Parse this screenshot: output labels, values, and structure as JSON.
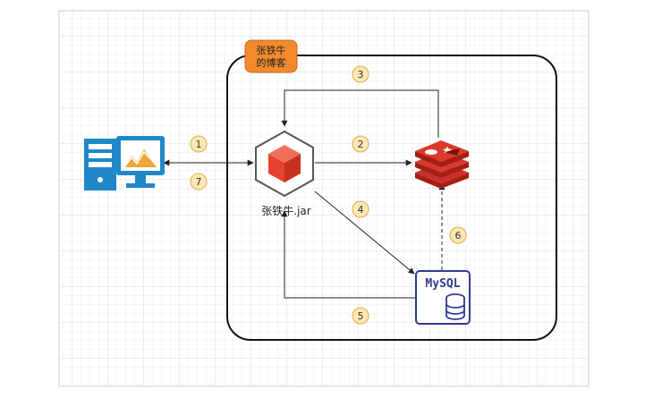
{
  "owner_tag": {
    "line1": "张铁牛",
    "line2": "的博客",
    "color": "#f08a2c"
  },
  "nodes": {
    "client": {
      "label": "",
      "colors": {
        "primary": "#1e88c8",
        "accent": "#f2a53a"
      }
    },
    "app": {
      "label": "张铁牛.jar",
      "cube_color": "#e8432e"
    },
    "redis": {
      "label": "",
      "color": "#c9302c"
    },
    "mysql": {
      "label": "MySQL",
      "color": "#2f3c8f"
    }
  },
  "steps": [
    {
      "number": "1"
    },
    {
      "number": "2"
    },
    {
      "number": "3"
    },
    {
      "number": "4"
    },
    {
      "number": "5"
    },
    {
      "number": "6"
    },
    {
      "number": "7"
    }
  ],
  "colors": {
    "badge_fill": "#fde7b5",
    "badge_stroke": "#e3a84a",
    "grid": "#e9e9e9",
    "line": "#222222"
  }
}
